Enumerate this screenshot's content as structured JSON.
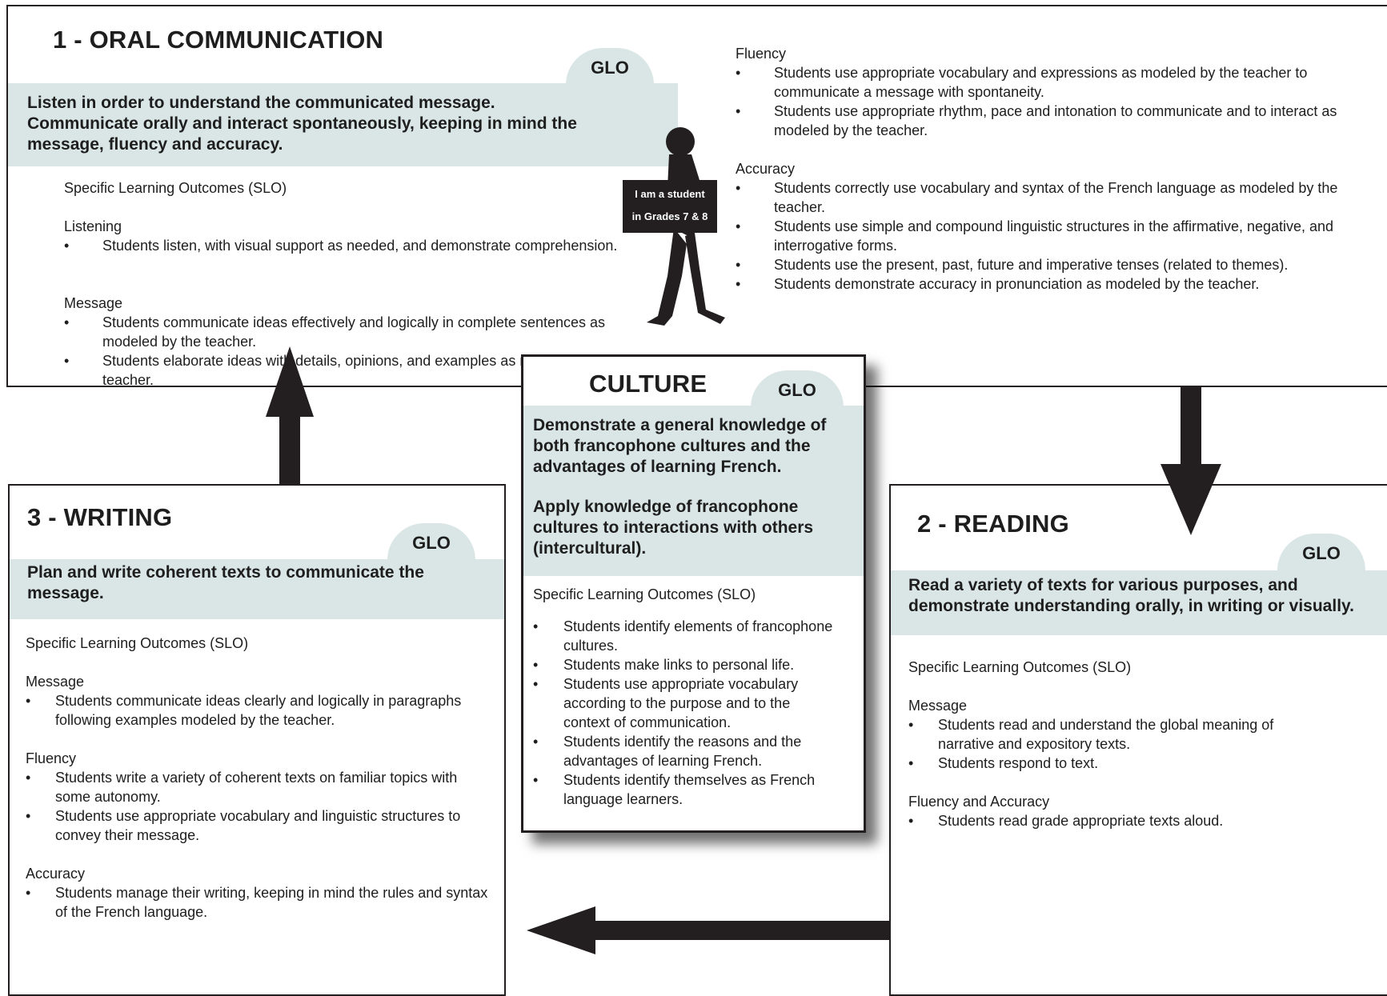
{
  "glo_label": "GLO",
  "oral": {
    "title": "1 - ORAL COMMUNICATION",
    "glo": [
      "Listen in order to understand the communicated message.",
      "Communicate orally and interact spontaneously, keeping in mind the message, fluency and accuracy."
    ],
    "slo_heading": "Specific Learning Outcomes (SLO)",
    "listening": {
      "heading": "Listening",
      "items": [
        "Students listen, with visual support as needed, and demonstrate comprehension."
      ]
    },
    "message": {
      "heading": "Message",
      "items": [
        "Students communicate ideas effectively and logically in complete sentences as modeled by the teacher.",
        "Students elaborate ideas with details, opinions, and examples as modeled by the teacher."
      ]
    },
    "fluency": {
      "heading": "Fluency",
      "items": [
        "Students use appropriate vocabulary and expressions as modeled by the teacher to communicate a message with spontaneity.",
        "Students use appropriate rhythm, pace and intonation to communicate and to interact as modeled by the teacher."
      ]
    },
    "accuracy": {
      "heading": "Accuracy",
      "items": [
        "Students correctly use vocabulary and syntax of the French language as modeled by the teacher.",
        "Students use simple and compound linguistic structures in the affirmative, negative, and interrogative forms.",
        "Students use the present, past, future and imperative tenses (related to themes).",
        "Students demonstrate accuracy in pronunciation as modeled by the teacher."
      ]
    }
  },
  "student_sign": {
    "line1": "I am a student",
    "line2": "in Grades 7 & 8"
  },
  "culture": {
    "title": "CULTURE",
    "glo": [
      "Demonstrate a general knowledge of both francophone cultures and the advantages of learning French.",
      "Apply knowledge of francophone cultures to interactions with others (intercultural)."
    ],
    "slo_heading": "Specific Learning Outcomes (SLO)",
    "items": [
      "Students identify elements of francophone cultures.",
      "Students make links to personal life.",
      "Students use appropriate vocabulary according to the purpose and to the context of communication.",
      "Students identify the reasons and the advantages of learning French.",
      "Students identify themselves as French language learners."
    ]
  },
  "writing": {
    "title": "3 - WRITING",
    "glo": [
      "Plan and write coherent texts to communicate the message."
    ],
    "slo_heading": "Specific Learning Outcomes (SLO)",
    "message": {
      "heading": "Message",
      "items": [
        "Students communicate ideas clearly and logically in paragraphs following examples modeled by the teacher."
      ]
    },
    "fluency": {
      "heading": "Fluency",
      "items": [
        "Students write a variety of coherent texts on familiar topics with some autonomy.",
        "Students use appropriate vocabulary and linguistic structures to convey their message."
      ]
    },
    "accuracy": {
      "heading": "Accuracy",
      "items": [
        "Students manage their writing, keeping in mind the rules and syntax of the French language."
      ]
    }
  },
  "reading": {
    "title": "2 - READING",
    "glo": [
      "Read a variety of texts for various purposes, and demonstrate understanding orally, in writing or visually."
    ],
    "slo_heading": "Specific Learning Outcomes (SLO)",
    "message": {
      "heading": "Message",
      "items": [
        "Students read and understand the global meaning of narrative and expository texts.",
        "Students respond to text."
      ]
    },
    "fluency_accuracy": {
      "heading": "Fluency and Accuracy",
      "items": [
        "Students read grade appropriate texts aloud."
      ]
    }
  }
}
